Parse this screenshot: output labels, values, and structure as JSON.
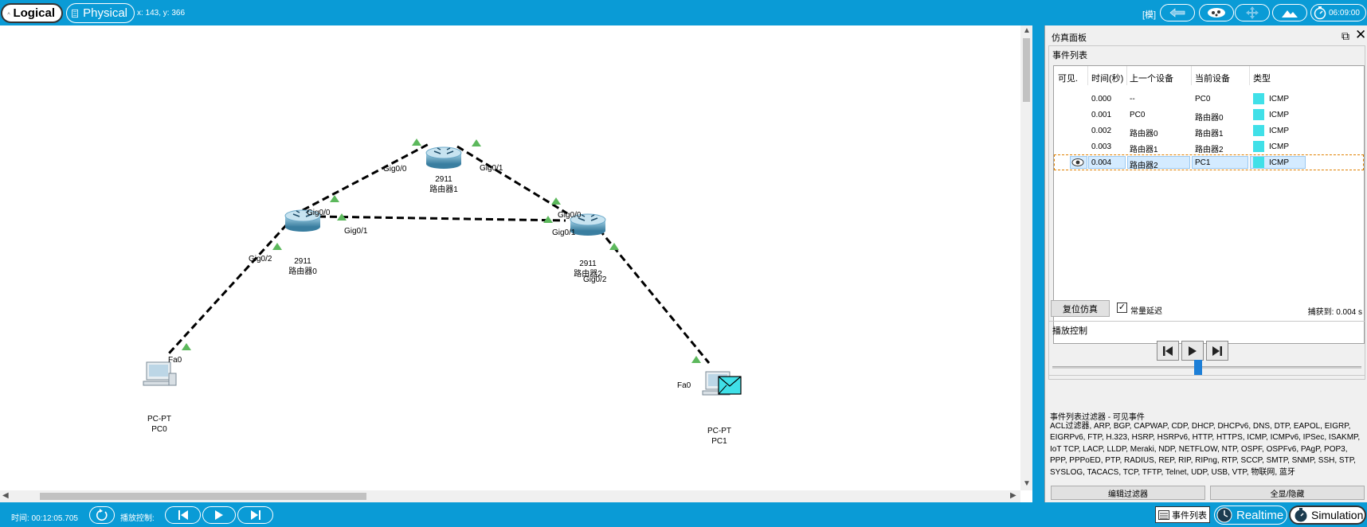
{
  "topbar": {
    "logical_label": "Logical",
    "physical_label": "Physical",
    "coords": "x: 143, y: 366",
    "mode_label": "[模]",
    "clock": "06:09:00"
  },
  "devices": {
    "router0": {
      "model": "2911",
      "name": "路由器0"
    },
    "router1": {
      "model": "2911",
      "name": "路由器1"
    },
    "router2": {
      "model": "2911",
      "name": "路由器2"
    },
    "pc0": {
      "model": "PC-PT",
      "name": "PC0"
    },
    "pc1": {
      "model": "PC-PT",
      "name": "PC1"
    }
  },
  "ports": {
    "r1_g00": "Gig0/0",
    "r1_g01": "Gig0/1",
    "r0_g00": "Gig0/0",
    "r0_g01": "Gig0/1",
    "r0_g02": "Gig0/2",
    "r2_g00": "Gig0/0",
    "r2_g01": "Gig0/1",
    "r2_g02": "Gig0/2",
    "pc0_fa0": "Fa0",
    "pc1_fa0": "Fa0"
  },
  "sim_panel": {
    "title": "仿真面板",
    "event_list_title": "事件列表",
    "columns": {
      "visible": "可见.",
      "time": "时间(秒)",
      "last_device": "上一个设备",
      "at_device": "当前设备",
      "type": "类型"
    },
    "events": [
      {
        "time": "0.000",
        "last": "--",
        "at": "PC0",
        "type": "ICMP",
        "color": "#40e0e8"
      },
      {
        "time": "0.001",
        "last": "PC0",
        "at": "路由器0",
        "type": "ICMP",
        "color": "#40e0e8"
      },
      {
        "time": "0.002",
        "last": "路由器0",
        "at": "路由器1",
        "type": "ICMP",
        "color": "#40e0e8"
      },
      {
        "time": "0.003",
        "last": "路由器1",
        "at": "路由器2",
        "type": "ICMP",
        "color": "#40e0e8"
      },
      {
        "time": "0.004",
        "last": "路由器2",
        "at": "PC1",
        "type": "ICMP",
        "color": "#40e0e8"
      }
    ],
    "reset_label": "复位仿真",
    "constant_delay_label": "常量延迟",
    "constant_delay_checked": true,
    "captured_label": "捕获到: 0.004 s",
    "play_controls_title": "播放控制",
    "filter_title": "事件列表过滤器 - 可见事件",
    "filter_list": "ACL过滤器, ARP, BGP, CAPWAP, CDP, DHCP, DHCPv6, DNS, DTP, EAPOL, EIGRP, EIGRPv6, FTP, H.323, HSRP, HSRPv6, HTTP, HTTPS, ICMP, ICMPv6, IPSec, ISAKMP, IoT TCP, LACP, LLDP, Meraki, NDP, NETFLOW, NTP, OSPF, OSPFv6, PAgP, POP3, PPP, PPPoED, PTP, RADIUS, REP, RIP, RIPng, RTP, SCCP, SMTP, SNMP, SSH, STP, SYSLOG, TACACS, TCP, TFTP, Telnet, UDP, USB, VTP, 物联网, 蓝牙",
    "edit_filter_label": "编辑过滤器",
    "show_all_label": "全显/隐藏"
  },
  "bottombar": {
    "time_label": "时间: 00:12:05.705",
    "play_controls_label": "播放控制:",
    "event_list_label": "事件列表",
    "realtime_label": "Realtime",
    "simulation_label": "Simulation"
  },
  "colors": {
    "accent": "#0a9bd6",
    "link_triangle": "#5cb85c",
    "icmp": "#40e0e8"
  }
}
